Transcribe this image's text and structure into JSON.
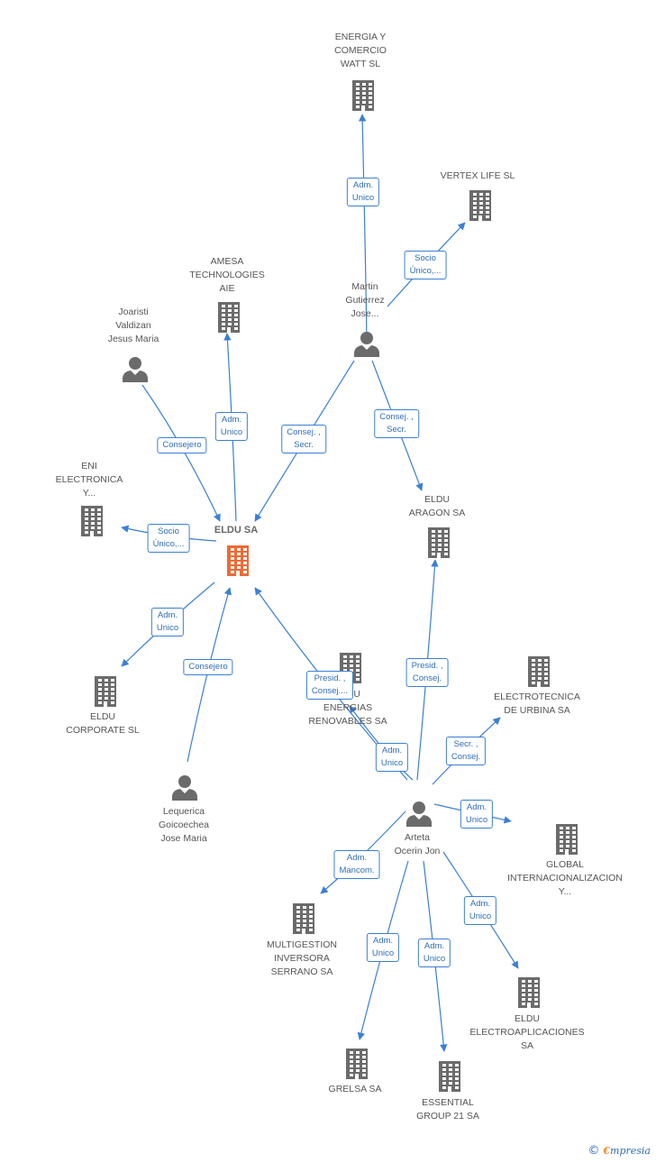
{
  "colors": {
    "edge": "#3a7fd5",
    "entity_icon": "#6b6b6b",
    "center_icon": "#ee6a35",
    "person_icon": "#6b6b6b"
  },
  "nodes": [
    {
      "id": "eldu_sa",
      "type": "center",
      "label": "ELDU SA"
    },
    {
      "id": "energia_watt",
      "type": "company",
      "label": "ENERGIA Y\nCOMERCIO\nWATT  SL"
    },
    {
      "id": "vertex",
      "type": "company",
      "label": "VERTEX LIFE SL"
    },
    {
      "id": "martin",
      "type": "person",
      "label": "Martin\nGutierrez\nJose..."
    },
    {
      "id": "amesa",
      "type": "company",
      "label": "AMESA\nTECHNOLOGIES\nAIE"
    },
    {
      "id": "joaristi",
      "type": "person",
      "label": "Joaristi\nValdizan\nJesus Maria"
    },
    {
      "id": "eni",
      "type": "company",
      "label": "ENI\nELECTRONICA\nY..."
    },
    {
      "id": "eldu_aragon",
      "type": "company",
      "label": "ELDU\nARAGON SA"
    },
    {
      "id": "eldu_corporate",
      "type": "company",
      "label": "ELDU\nCORPORATE  SL"
    },
    {
      "id": "lequerica",
      "type": "person",
      "label": "Lequerica\nGoicoechea\nJose Maria"
    },
    {
      "id": "eldu_energias",
      "type": "company",
      "label": "ELDU\nENERGIAS\nRENOVABLES SA"
    },
    {
      "id": "electrotecnica",
      "type": "company",
      "label": "ELECTROTECNICA\nDE URBINA SA"
    },
    {
      "id": "arteta",
      "type": "person",
      "label": "Arteta\nOcerin Jon"
    },
    {
      "id": "global",
      "type": "company",
      "label": "GLOBAL\nINTERNACIONALIZACION\nY..."
    },
    {
      "id": "multigestion",
      "type": "company",
      "label": "MULTIGESTION\nINVERSORA\nSERRANO SA"
    },
    {
      "id": "eldu_electro",
      "type": "company",
      "label": "ELDU\nELECTROAPLICACIONES SA"
    },
    {
      "id": "grelsa",
      "type": "company",
      "label": "GRELSA SA"
    },
    {
      "id": "essential",
      "type": "company",
      "label": "ESSENTIAL\nGROUP 21 SA"
    }
  ],
  "edges": [
    {
      "id": "e1",
      "from": "martin",
      "to": "energia_watt",
      "label": "Adm.\nUnico"
    },
    {
      "id": "e2",
      "from": "martin",
      "to": "vertex",
      "label": "Socio\nÚnico,..."
    },
    {
      "id": "e3",
      "from": "martin",
      "to": "eldu_sa",
      "label": "Consej. ,\nSecr."
    },
    {
      "id": "e4",
      "from": "martin",
      "to": "eldu_aragon",
      "label": "Consej. ,\nSecr."
    },
    {
      "id": "e5",
      "from": "eldu_sa",
      "to": "amesa",
      "label": "Adm.\nUnico"
    },
    {
      "id": "e6",
      "from": "joaristi",
      "to": "eldu_sa",
      "label": "Consejero"
    },
    {
      "id": "e7",
      "from": "eldu_sa",
      "to": "eni",
      "label": "Socio\nÚnico,..."
    },
    {
      "id": "e8",
      "from": "eldu_sa",
      "to": "eldu_corporate",
      "label": "Adm.\nUnico"
    },
    {
      "id": "e9",
      "from": "lequerica",
      "to": "eldu_sa",
      "label": "Consejero"
    },
    {
      "id": "e10",
      "from": "arteta",
      "to": "eldu_sa",
      "label": "Presid. ,\nConsej...."
    },
    {
      "id": "e11",
      "from": "arteta",
      "to": "eldu_aragon",
      "label": "Presid. ,\nConsej."
    },
    {
      "id": "e12",
      "from": "arteta",
      "to": "eldu_energias",
      "label": "Adm.\nUnico"
    },
    {
      "id": "e13",
      "from": "arteta",
      "to": "electrotecnica",
      "label": "Secr. ,\nConsej."
    },
    {
      "id": "e14",
      "from": "arteta",
      "to": "global",
      "label": "Adm.\nUnico"
    },
    {
      "id": "e15",
      "from": "arteta",
      "to": "multigestion",
      "label": "Adm.\nMancom."
    },
    {
      "id": "e16",
      "from": "arteta",
      "to": "eldu_electro",
      "label": "Adm.\nUnico"
    },
    {
      "id": "e17",
      "from": "arteta",
      "to": "grelsa",
      "label": "Adm.\nUnico"
    },
    {
      "id": "e18",
      "from": "arteta",
      "to": "essential",
      "label": "Adm.\nUnico"
    }
  ],
  "footer": {
    "copyright_symbol": "©",
    "brand_initial": "€",
    "brand_rest": "mpresia"
  }
}
